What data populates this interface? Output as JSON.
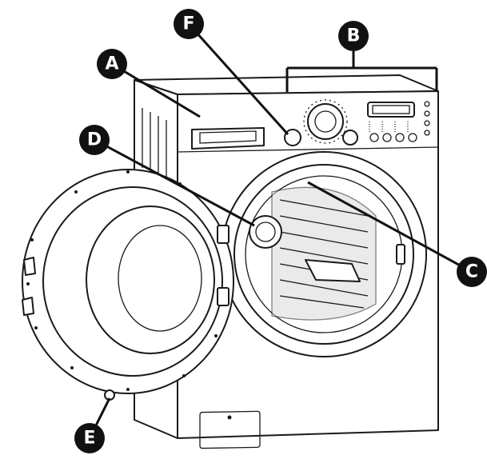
{
  "callouts": [
    {
      "id": "A",
      "label": "A"
    },
    {
      "id": "B",
      "label": "B"
    },
    {
      "id": "C",
      "label": "C"
    },
    {
      "id": "D",
      "label": "D"
    },
    {
      "id": "E",
      "label": "E"
    },
    {
      "id": "F",
      "label": "F"
    }
  ],
  "colors": {
    "line": "#1a1a1a",
    "callout_fill": "#111111",
    "callout_text": "#ffffff",
    "drum_shade": "#d9d9d9"
  }
}
